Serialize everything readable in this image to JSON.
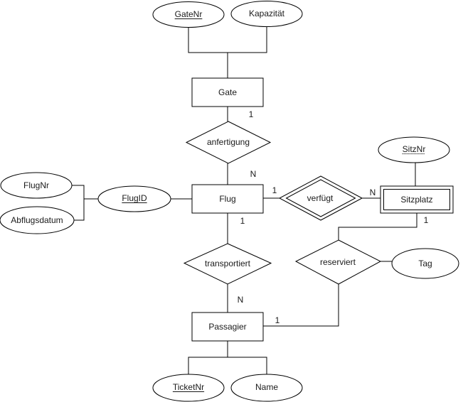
{
  "er": {
    "colors": {
      "stroke": "#000000",
      "shape_fill": "#ffffff",
      "text": "#1a1a1a"
    },
    "entities": {
      "gate": {
        "label": "Gate",
        "weak": false
      },
      "flug": {
        "label": "Flug",
        "weak": false
      },
      "sitzplatz": {
        "label": "Sitzplatz",
        "weak": true
      },
      "passagier": {
        "label": "Passagier",
        "weak": false
      }
    },
    "relationships": {
      "anfertigung": {
        "label": "anfertigung",
        "identifying": false
      },
      "verfuegt": {
        "label": "verfügt",
        "identifying": true
      },
      "transportiert": {
        "label": "transportiert",
        "identifying": false
      },
      "reserviert": {
        "label": "reserviert",
        "identifying": false
      }
    },
    "attributes": {
      "gatenr": {
        "label": "GateNr",
        "key": "primary"
      },
      "kapazitaet": {
        "label": "Kapazität",
        "key": "none"
      },
      "flugnr": {
        "label": "FlugNr",
        "key": "none"
      },
      "abflugsdatum": {
        "label": "Abflugsdatum",
        "key": "none"
      },
      "flugid": {
        "label": "FlugID",
        "key": "primary"
      },
      "sitznr": {
        "label": "SitzNr",
        "key": "partial"
      },
      "tag": {
        "label": "Tag",
        "key": "none"
      },
      "ticketnr": {
        "label": "TicketNr",
        "key": "primary"
      },
      "name": {
        "label": "Name",
        "key": "none"
      }
    },
    "cardinalities": {
      "gate_anfertigung": "1",
      "anfertigung_flug": "N",
      "flug_verfuegt": "1",
      "verfuegt_sitzplatz": "N",
      "sitzplatz_reserviert": "1",
      "flug_transportiert": "1",
      "transportiert_passagier": "N",
      "passagier_reserviert": "1"
    }
  }
}
